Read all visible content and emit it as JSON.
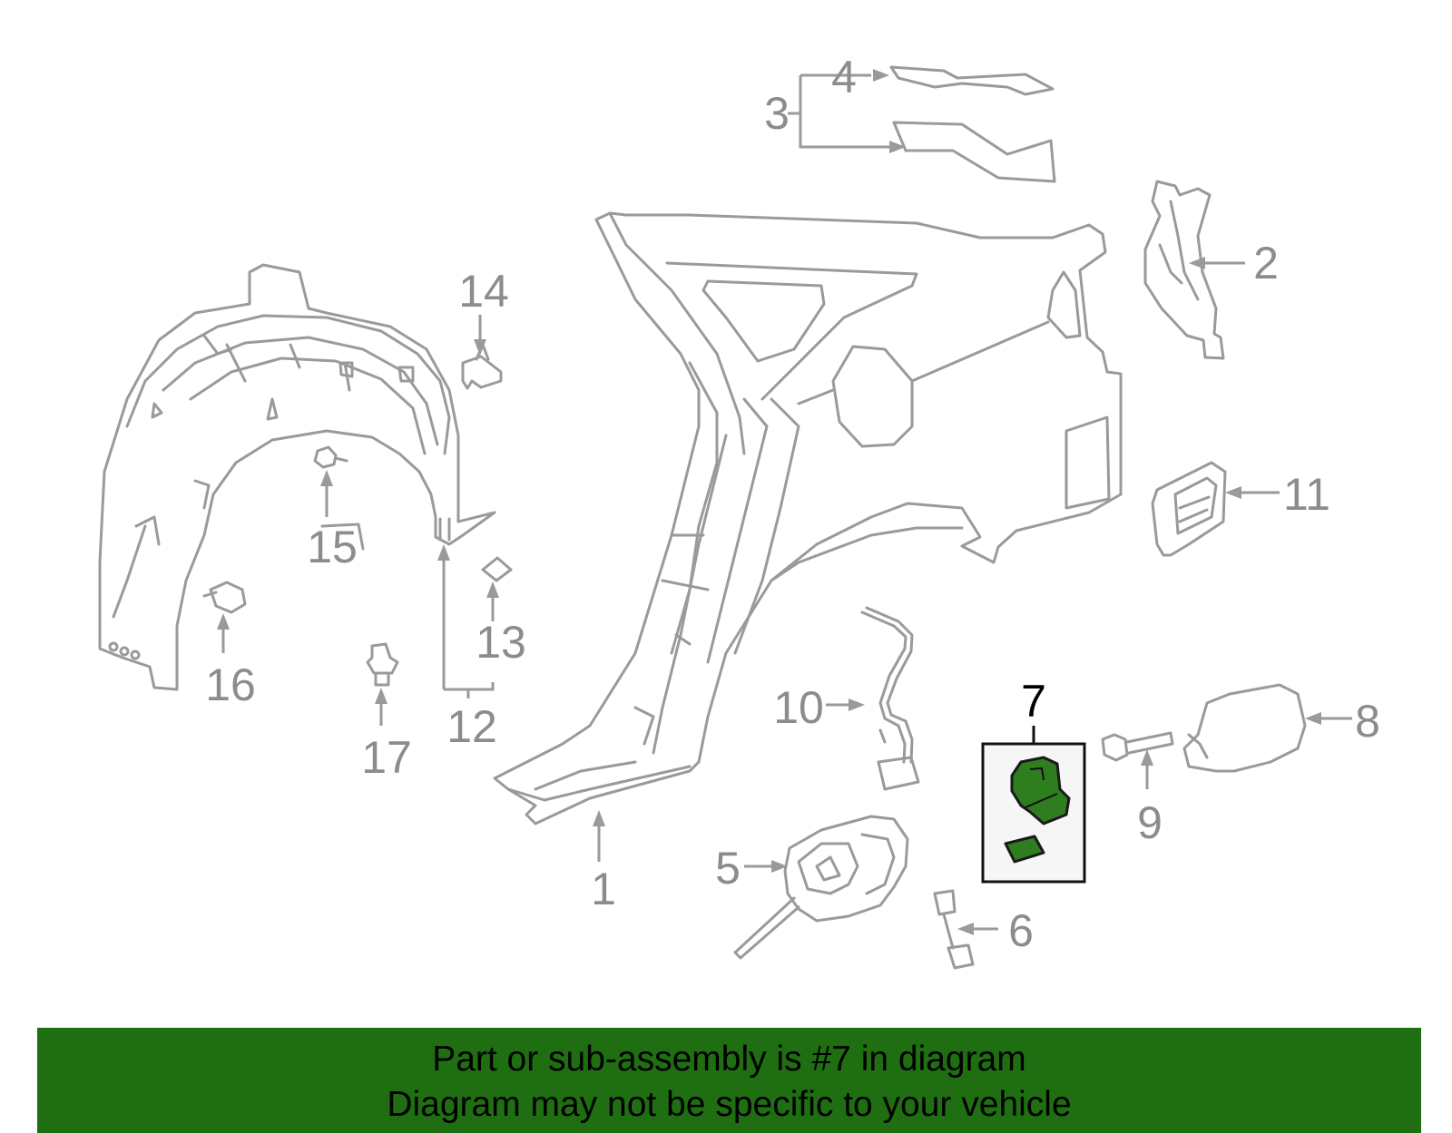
{
  "diagram": {
    "highlighted_callout": "7",
    "callouts": {
      "c1": "1",
      "c2": "2",
      "c3": "3",
      "c4": "4",
      "c5": "5",
      "c6": "6",
      "c7": "7",
      "c8": "8",
      "c9": "9",
      "c10": "10",
      "c11": "11",
      "c12": "12",
      "c13": "13",
      "c14": "14",
      "c15": "15",
      "c16": "16",
      "c17": "17"
    },
    "colors": {
      "part_outline": "#9a9a9a",
      "highlight_fill": "#2e7d1e",
      "banner": "#1f6f12"
    }
  },
  "banner": {
    "line1": "Part or sub-assembly is #7 in diagram",
    "line2": "Diagram may not be specific to your vehicle"
  }
}
